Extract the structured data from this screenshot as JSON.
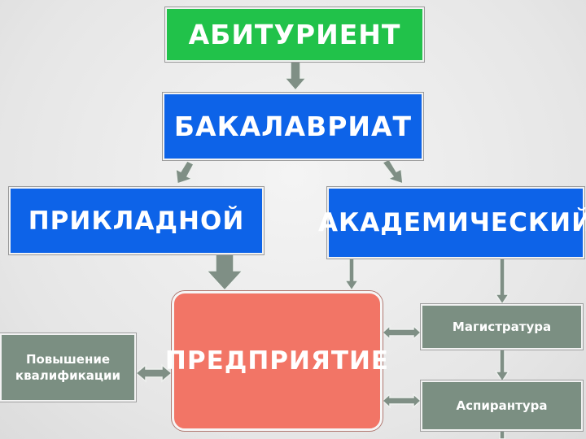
{
  "nodes": {
    "abiturient": "АБИТУРИЕНТ",
    "bakalavriat": "БАКАЛАВРИАТ",
    "prikladnoy": "ПРИКЛАДНОЙ",
    "akademicheskiy": "АКАДЕМИЧЕСКИЙ",
    "predpriyatie": "ПРЕДПРИЯТИЕ",
    "magistratura": "Магистратура",
    "aspirantura": "Аспирантура",
    "povyshenie_line1": "Повышение",
    "povyshenie_line2": "квалификации"
  },
  "colors": {
    "entry": "#21c24a",
    "level": "#0d63e8",
    "enterprise": "#f27566",
    "secondary": "#7b8f82",
    "arrow": "#7f8f85"
  }
}
